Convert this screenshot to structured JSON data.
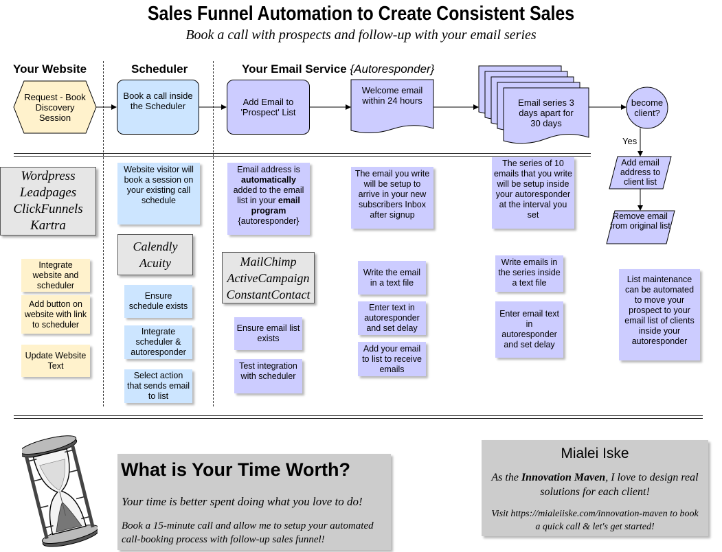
{
  "header": {
    "title": "Sales Funnel Automation to Create Consistent Sales",
    "subtitle": "Book a call with prospects and follow-up with your email series"
  },
  "columns": {
    "website": "Your Website",
    "scheduler": "Scheduler",
    "email_service": "Your Email Service",
    "email_service_note": "{Autoresponder}"
  },
  "flow": {
    "request": "Request - Book Discovery Session",
    "book_call": "Book a call inside the Scheduler",
    "add_email": "Add Email to 'Prospect' List",
    "welcome": "Welcome email within 24 hours",
    "series": "Email series 3 days apart for 30 days",
    "decision": "become client?",
    "yes": "Yes",
    "add_client": "Add email address to client list",
    "remove": "Remove email from original list"
  },
  "descriptions": {
    "scheduler": "Website visitor will book a session on your existing call schedule",
    "email_pre": "Email address is ",
    "email_bold1": "automatically",
    "email_mid": " added to the email list in your ",
    "email_bold2": "email program",
    "email_post": " {autoresponder}",
    "welcome": "The email you write will be setup to arrive in your new subscribers Inbox after signup",
    "series": "The series of 10 emails that you write will be setup inside your autoresponder at the interval you set",
    "maintenance": "List maintenance can be automated to move your prospect to your email list of clients inside your autoresponder"
  },
  "tools": {
    "website": [
      "Wordpress",
      "Leadpages",
      "ClickFunnels",
      "Kartra"
    ],
    "scheduler": [
      "Calendly",
      "Acuity"
    ],
    "email": [
      "MailChimp",
      "ActiveCampaign",
      "ConstantContact"
    ]
  },
  "tasks": {
    "website": [
      "Integrate website and scheduler",
      "Add button on website with link to scheduler",
      "Update Website Text"
    ],
    "scheduler": [
      "Ensure schedule exists",
      "Integrate scheduler & autoresponder",
      "Select action that sends email to list"
    ],
    "email": [
      "Ensure email list exists",
      "Test integration with scheduler"
    ],
    "welcome": [
      "Write the email in a text file",
      "Enter text in autoresponder and set delay",
      "Add your email to list to receive emails"
    ],
    "series": [
      "Write emails in the series inside a text file",
      "Enter email text in autoresponder and set delay"
    ]
  },
  "footer": {
    "headline": "What is Your Time Worth?",
    "line1": "Your time is better spent doing what you love to do!",
    "line2": "Book a 15-minute call and allow me to setup your automated call-booking process with follow-up sales funnel!",
    "name": "Mialei Iske",
    "bio_pre": "As the ",
    "bio_bold": "Innovation Maven",
    "bio_post": ", I love to design real solutions for each client!",
    "visit": "Visit https://mialeiiske.com/innovation-maven to book a quick call & let's get started!"
  },
  "colors": {
    "blue": "#cce5ff",
    "purple": "#ccccff",
    "yellow": "#fff2cc",
    "grey": "#e6e6e6",
    "card": "#cccccc"
  }
}
